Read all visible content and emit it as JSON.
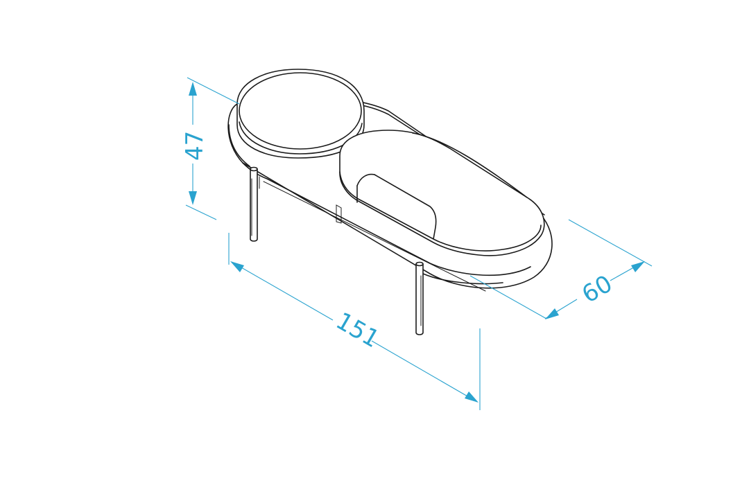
{
  "drawing": {
    "accent_color": "#2aa3cf",
    "line_color": "#1a1a1a",
    "dimensions": {
      "height": "47",
      "length": "151",
      "depth": "60"
    }
  }
}
